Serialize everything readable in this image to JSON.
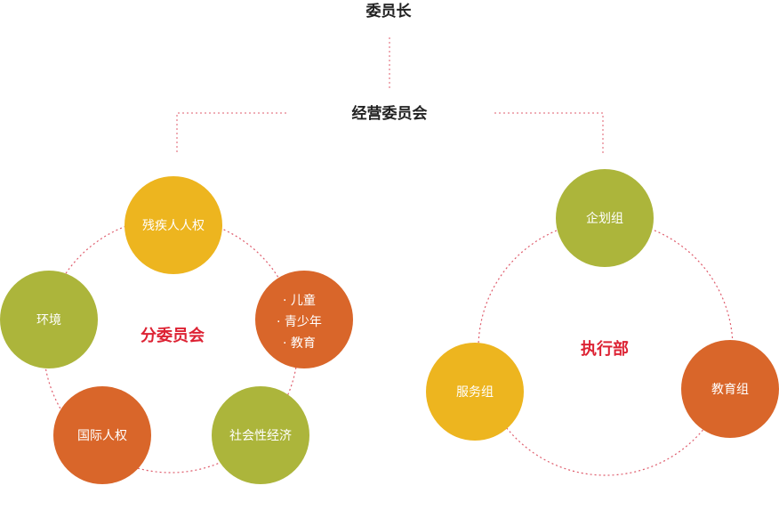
{
  "colors": {
    "connector": "#df5d6d",
    "group_title": "#dd2233",
    "olive": "#acb53b",
    "yellow": "#edb51f",
    "orange": "#d9662a",
    "top_text": "#222222",
    "node_text": "#ffffff"
  },
  "top": {
    "chair": "委员长",
    "exec_committee": "经营委员会"
  },
  "left_group": {
    "title": "分委员会",
    "nodes": [
      {
        "label": "残疾人人权",
        "color": "yellow"
      },
      {
        "label": "环境",
        "color": "olive"
      },
      {
        "label": "国际人权",
        "color": "orange"
      },
      {
        "label": "社会性经济",
        "color": "olive"
      },
      {
        "bullets": [
          "· 儿童",
          "· 青少年",
          "· 教育"
        ],
        "color": "orange"
      }
    ]
  },
  "right_group": {
    "title": "执行部",
    "nodes": [
      {
        "label": "企划组",
        "color": "olive"
      },
      {
        "label": "服务组",
        "color": "yellow"
      },
      {
        "label": "教育组",
        "color": "orange"
      }
    ]
  }
}
